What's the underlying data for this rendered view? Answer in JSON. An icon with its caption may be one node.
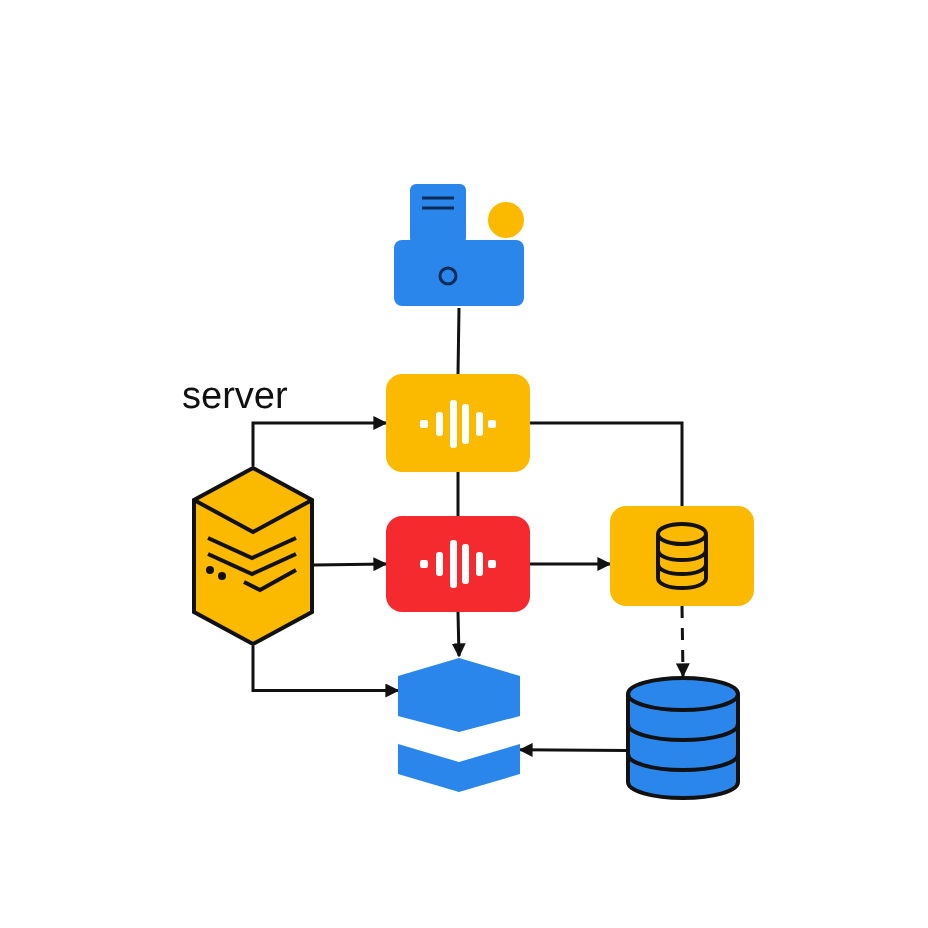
{
  "diagram": {
    "nodes": [
      {
        "text": [],
        "shape": "picture"
      },
      {
        "text": [],
        "shape": "box"
      },
      {
        "text": [],
        "shape": "picture",
        "beside": [
          "server"
        ]
      },
      {
        "text": [],
        "shape": "box"
      },
      {
        "text": [],
        "shape": "box"
      },
      {
        "text": [],
        "shape": "picture"
      },
      {
        "text": [],
        "shape": "cylinder"
      }
    ],
    "edges": [
      {
        "from": 0,
        "to": 1,
        "arrow": "none"
      },
      {
        "from": 2,
        "to": 1,
        "arrow": "to"
      },
      {
        "from": 2,
        "to": 3,
        "arrow": "to"
      },
      {
        "from": 2,
        "to": 5,
        "arrow": "to"
      },
      {
        "from": 1,
        "to": 3,
        "arrow": "none"
      },
      {
        "from": 3,
        "to": 5,
        "arrow": "to"
      },
      {
        "from": 3,
        "to": 4,
        "arrow": "to"
      },
      {
        "from": 1,
        "to": 4,
        "arrow": "none"
      },
      {
        "from": 4,
        "to": 6,
        "arrow": "to",
        "style": "dashed"
      },
      {
        "from": 6,
        "to": 5,
        "arrow": "to"
      }
    ]
  }
}
